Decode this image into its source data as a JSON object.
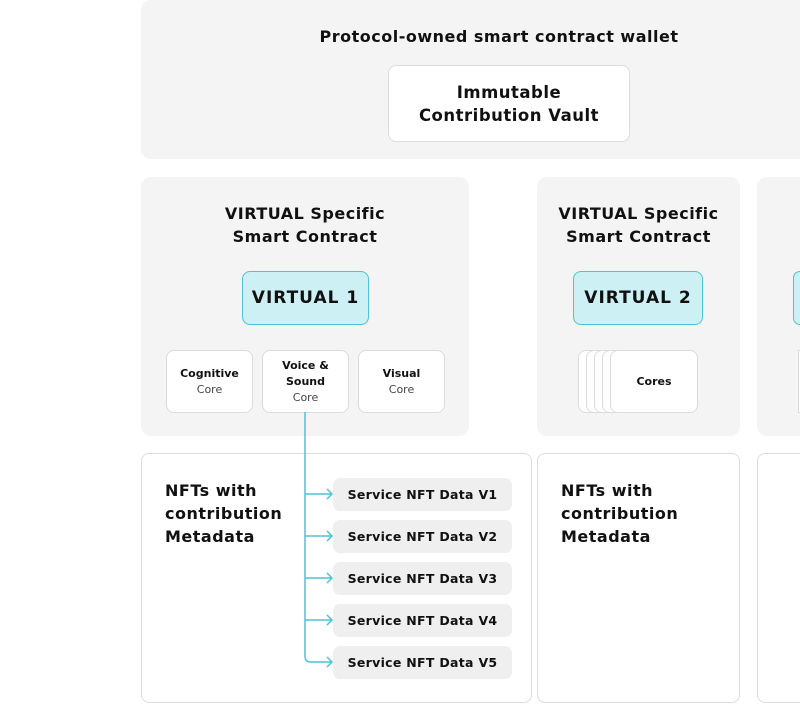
{
  "wallet": {
    "title": "Protocol-owned smart contract wallet",
    "vault": "Immutable Contribution Vault"
  },
  "contract": {
    "title_line1": "VIRTUAL Specific",
    "title_line2": "Smart Contract"
  },
  "virtuals": [
    "VIRTUAL 1",
    "VIRTUAL 2"
  ],
  "cores": [
    {
      "name": "Cognitive",
      "sub": "Core"
    },
    {
      "name": "Voice & Sound",
      "sub": "Core"
    },
    {
      "name": "Visual",
      "sub": "Core"
    }
  ],
  "stacked_cores_label": "Cores",
  "nft": {
    "line1": "NFTs with",
    "line2": "contribution",
    "line3": "Metadata"
  },
  "services": [
    "Service NFT Data V1",
    "Service NFT Data V2",
    "Service NFT Data V3",
    "Service NFT Data V4",
    "Service NFT Data V5"
  ],
  "colors": {
    "accent": "#4dc3d3",
    "virtual_fill": "#cdf0f5",
    "panel": "#f4f4f4"
  }
}
